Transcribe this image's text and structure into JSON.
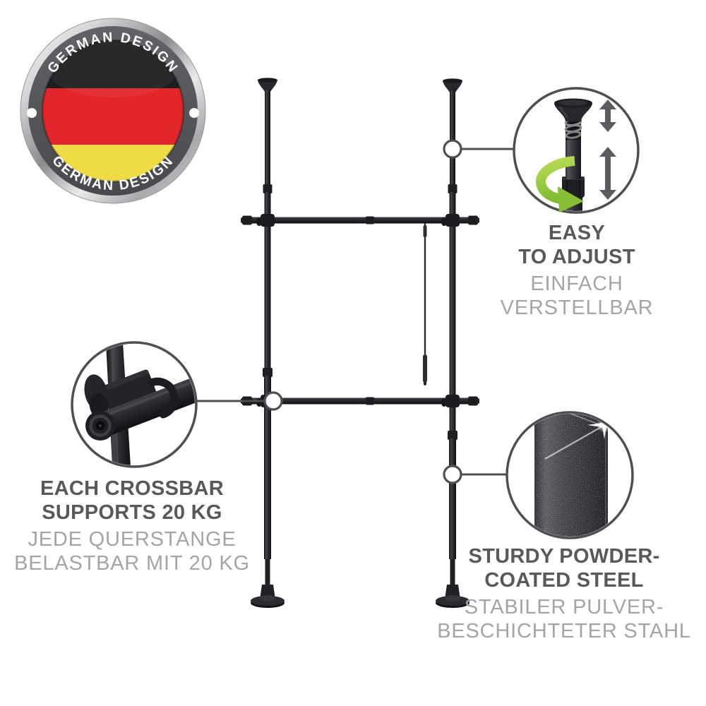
{
  "badge": {
    "text_top": "GERMAN DESIGN",
    "text_bottom": "GERMAN DESIGN"
  },
  "callouts": {
    "adjust": {
      "title": [
        "EASY",
        "TO ADJUST"
      ],
      "subtitle": [
        "EINFACH",
        "VERSTELLBAR"
      ]
    },
    "crossbar_capacity": {
      "title": [
        "EACH CROSSBAR",
        "SUPPORTS 20 KG"
      ],
      "subtitle": [
        "JEDE QUERSTANGE",
        "BELASTBAR MIT 20 KG"
      ]
    },
    "steel": {
      "title": [
        "STURDY POWDER-",
        "COATED STEEL"
      ],
      "subtitle": [
        "STABILER PULVER-",
        "BESCHICHTETER STAHL"
      ]
    }
  },
  "colors": {
    "title_text": "#58595B",
    "subtitle_text": "#A3A5A8",
    "callout_line": "#4E4F52",
    "accent_green": "#8DC63F",
    "flag_black": "#1D1E20",
    "flag_red": "#E2262B",
    "flag_gold": "#EFDC45",
    "badge_ring": "#55565A",
    "product_black": "#26282B"
  }
}
